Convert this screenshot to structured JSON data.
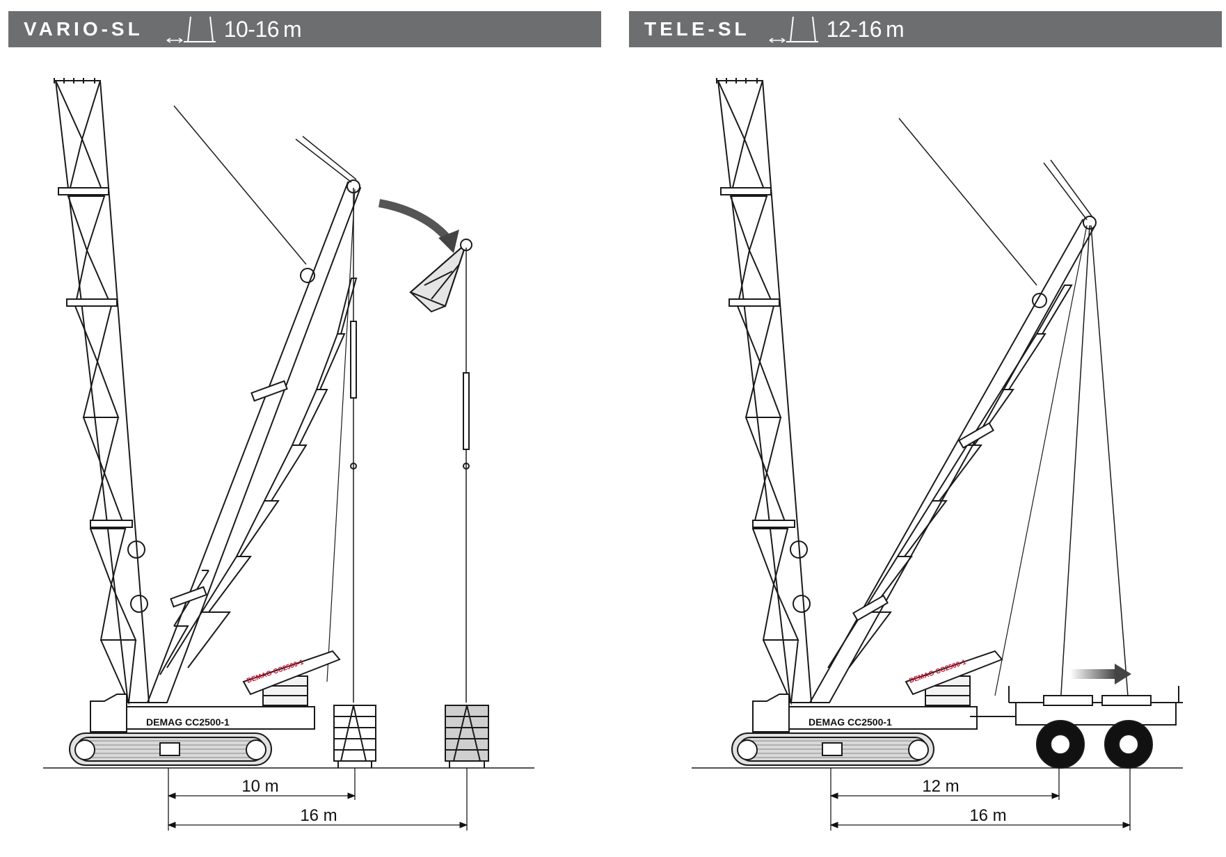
{
  "panels": [
    {
      "id": "vario",
      "title": "VARIO-SL",
      "range": "10-16",
      "unit": "m",
      "crane_label": "DEMAG CC2500-1",
      "boom_label": "DEMAG CC2500-1",
      "dim_short": "10 m",
      "dim_long": "16 m"
    },
    {
      "id": "tele",
      "title": "TELE-SL",
      "range": "12-16",
      "unit": "m",
      "crane_label": "DEMAG CC2500-1",
      "boom_label": "DEMAG CC2500-1",
      "dim_short": "12 m",
      "dim_long": "16 m"
    }
  ],
  "colors": {
    "header_bg": "#6d6e70",
    "header_text": "#ffffff",
    "line": "#1a1a1a",
    "accent_red": "#c8102e",
    "arrow_gray": "#555555"
  }
}
